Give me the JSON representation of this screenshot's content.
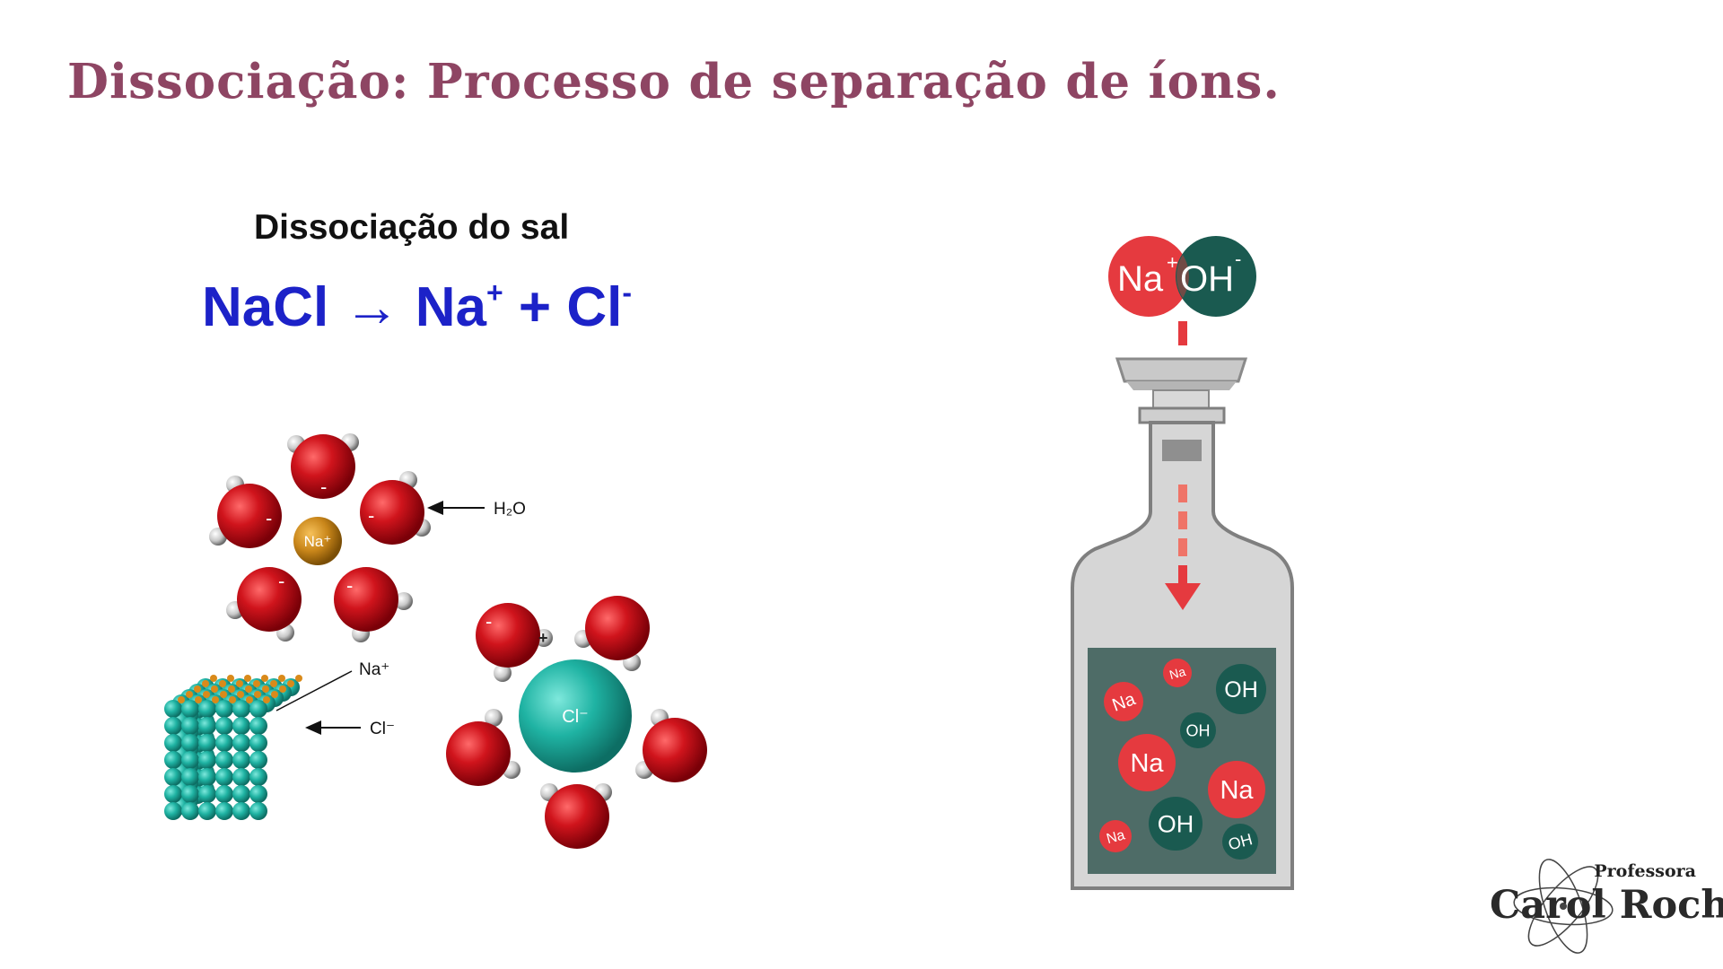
{
  "slide": {
    "title": "Dissociação: Processo de separação de íons."
  },
  "left_figure": {
    "subtitle": "Dissociação do sal",
    "equation": {
      "lhs": "NaCl",
      "arrow": "→",
      "product1": "Na",
      "product1_charge": "+",
      "plus": "+",
      "product2": "Cl",
      "product2_charge": "-"
    },
    "labels": {
      "water": "H₂O",
      "sodium_ion": "Na⁺",
      "chloride_ion": "Cl⁻",
      "crystal_na": "Na⁺",
      "crystal_cl": "Cl⁻"
    }
  },
  "right_figure": {
    "top_na": "Na",
    "top_na_charge": "+",
    "top_oh": "OH",
    "top_oh_charge": "-",
    "ion_na": "Na",
    "ion_oh": "OH"
  },
  "branding": {
    "prefix": "Professora",
    "name": "Carol Rocha"
  },
  "colors": {
    "title": "#8e4563",
    "equation": "#1c22c8",
    "na_red": "#e53a3f",
    "oh_teal": "#1a5a50",
    "water_red": "#c2121a",
    "sodium_orange": "#c9861a",
    "chloride_teal": "#1fb3a3",
    "bottle_gray": "#d4d4d4"
  }
}
